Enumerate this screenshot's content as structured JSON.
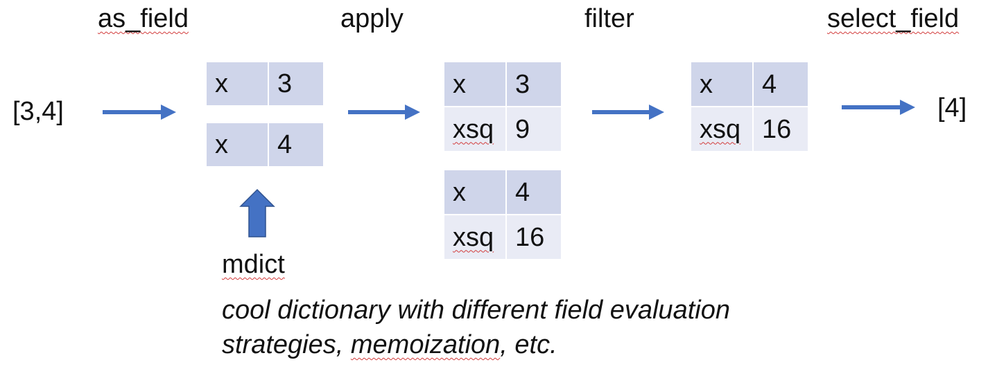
{
  "steps": {
    "as_field": "as_field",
    "apply": "apply",
    "filter": "filter",
    "select_field": "select_field"
  },
  "input_value": "[3,4]",
  "output_value": "[4]",
  "stage1_records": [
    [
      {
        "key": "x",
        "value": "3"
      }
    ],
    [
      {
        "key": "x",
        "value": "4"
      }
    ]
  ],
  "stage2_records": [
    [
      {
        "key": "x",
        "value": "3"
      },
      {
        "key": "xsq",
        "value": "9"
      }
    ],
    [
      {
        "key": "x",
        "value": "4"
      },
      {
        "key": "xsq",
        "value": "16"
      }
    ]
  ],
  "stage3_records": [
    [
      {
        "key": "x",
        "value": "4"
      },
      {
        "key": "xsq",
        "value": "16"
      }
    ]
  ],
  "mdict_label": "mdict",
  "note": {
    "line1": "cool dictionary with different field evaluation",
    "line2_pre": "strategies, ",
    "line2_word": "memoization",
    "line2_post": ", etc."
  },
  "colors": {
    "arrow": "#4472c4",
    "row_dark": "#cfd5ea",
    "row_light": "#e9ebf5",
    "spellcheck": "#d23b3b"
  }
}
